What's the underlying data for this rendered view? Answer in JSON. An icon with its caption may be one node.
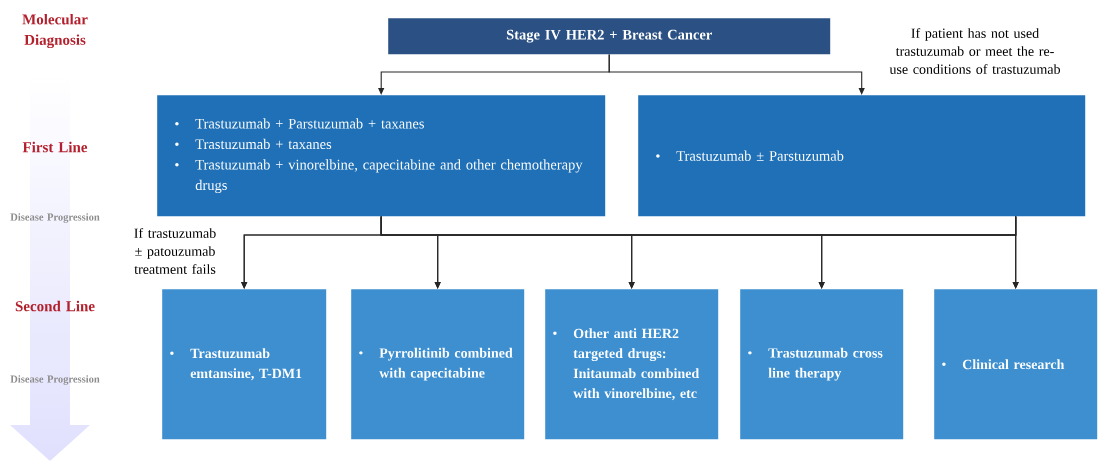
{
  "diagram": {
    "nodes": [
      {
        "text": [
          "Stage IV HER2 + Breast Cancer"
        ]
      },
      {
        "text": [
          "Trastuzumab + Parstuzumab + taxanes",
          "Trastuzumab + taxanes",
          "Trastuzumab + vinorelbine, capecitabine and other chemotherapy drugs"
        ]
      },
      {
        "text": [
          "Trastuzumab ± Parstuzumab"
        ]
      },
      {
        "text": [
          "Trastuzumab emtansine, T-DM1"
        ]
      },
      {
        "text": [
          "Pyrrolitinib combined with capecitabine"
        ]
      },
      {
        "text": [
          "Other anti HER2 targeted drugs: Initaumab combined with vinorelbine, etc"
        ]
      },
      {
        "text": [
          "Trastuzumab cross line therapy"
        ]
      },
      {
        "text": [
          "Clinical research"
        ]
      }
    ],
    "edges": [
      {
        "from": 0,
        "to": 1,
        "arrow": "to"
      },
      {
        "from": 0,
        "to": 2,
        "arrow": "to"
      },
      {
        "from": 1,
        "to": 3,
        "arrow": "to"
      },
      {
        "from": 1,
        "to": 4,
        "arrow": "to"
      },
      {
        "from": 1,
        "to": 5,
        "arrow": "to"
      },
      {
        "from": 1,
        "to": 6,
        "arrow": "to"
      },
      {
        "from": 1,
        "to": 7,
        "arrow": "to"
      },
      {
        "from": 2,
        "to": 3,
        "arrow": "to"
      },
      {
        "from": 2,
        "to": 4,
        "arrow": "to"
      },
      {
        "from": 2,
        "to": 5,
        "arrow": "to"
      },
      {
        "from": 2,
        "to": 6,
        "arrow": "to"
      },
      {
        "from": 2,
        "to": 7,
        "arrow": "to"
      }
    ],
    "labels": [
      "Molecular Diagnosis",
      "If patient has not used trastuzumab or meet the re-use conditions of trastuzumab",
      "First Line",
      "Disease Progression",
      "If trastuzumab ± patouzumab treatment fails",
      "Second Line",
      "Disease Progression"
    ]
  }
}
